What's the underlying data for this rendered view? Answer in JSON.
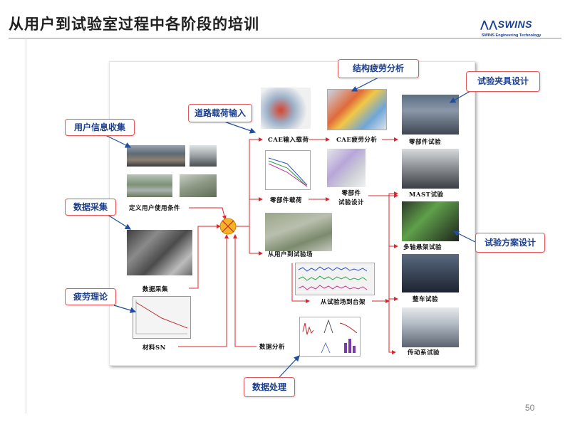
{
  "slide": {
    "title": "从用户到试验室过程中各阶段的培训",
    "page_number": "50"
  },
  "logo": {
    "mark": "SWINS",
    "subtitle": "SWINS Engineering Technology"
  },
  "callouts": {
    "user_info": "用户信息收集",
    "data_acquisition": "数据采集",
    "fatigue_theory": "疲劳理论",
    "road_load_input": "道路载荷输入",
    "structural_fatigue": "结构疲劳分析",
    "fixture_design": "试验夹具设计",
    "test_plan_design": "试验方案设计",
    "data_processing": "数据处理"
  },
  "flow_labels": {
    "define_usage": "定义用户使用条件",
    "data_acq": "数据采集",
    "material_sn": "材料SN",
    "data_analysis": "数据分析",
    "cae_load": "CAE输入载荷",
    "cae_fatigue": "CAE疲劳分析",
    "component_test_top": "零部件试验",
    "component_load": "零部件载荷",
    "component_test_design_l1": "零部件",
    "component_test_design_l2": "试验设计",
    "user_to_proving_ground": "从用户到试验场",
    "proving_ground_to_rig": "从试验场到台架",
    "mast_test": "MAST试验",
    "multiaxial_test": "多轴悬架试验",
    "vehicle_test": "整车试验",
    "driveline_test": "传动系试验"
  },
  "colors": {
    "callout_border": "#e2585a",
    "callout_text": "#1c3f8c",
    "flow_arrow": "#d9272e",
    "callout_arrow": "#1f4ea1",
    "summing_node": "#f5b224"
  }
}
